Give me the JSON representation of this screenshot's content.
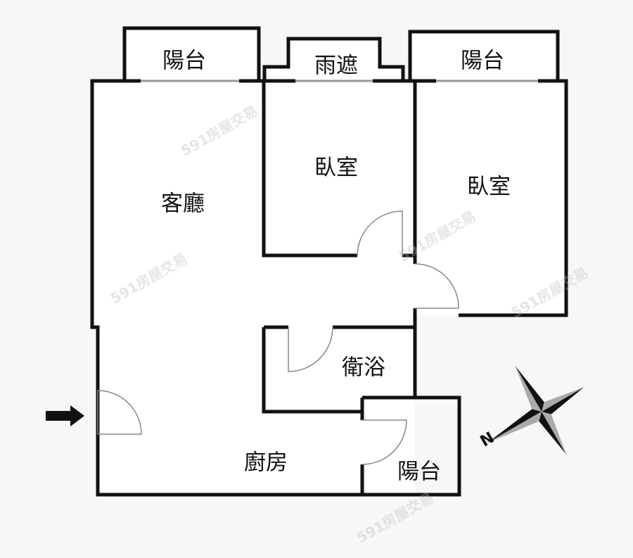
{
  "rooms": {
    "balcony_left": "陽台",
    "rain_shelter": "雨遮",
    "balcony_right": "陽台",
    "living_room": "客廳",
    "bedroom_1": "臥室",
    "bedroom_2": "臥室",
    "bathroom": "衛浴",
    "kitchen": "廚房",
    "balcony_small": "陽台"
  },
  "compass": {
    "north_label": "N"
  },
  "watermark": "591房屋交易",
  "colors": {
    "wall": "#111111",
    "window": "#999999",
    "door": "#888888",
    "background": "#f7f7f7"
  }
}
